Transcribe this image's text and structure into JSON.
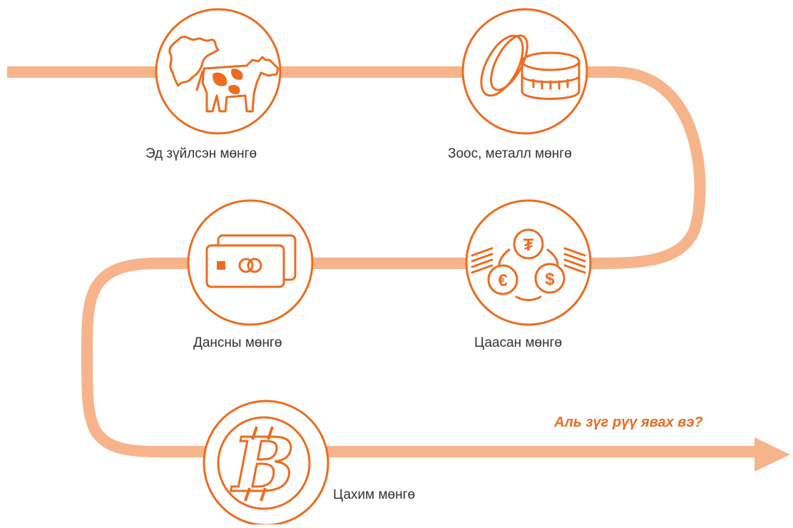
{
  "colors": {
    "path": "#F7B48B",
    "accent": "#EE6B1F",
    "circle_fill": "#ffffff",
    "text": "#333333"
  },
  "stages": [
    {
      "label": "Эд зүйлсэн мөнгө",
      "icon": "cow-leather-icon"
    },
    {
      "label": "Зоос, металл мөнгө",
      "icon": "coins-icon"
    },
    {
      "label": "Цаасан мөнгө",
      "icon": "currency-exchange-icon"
    },
    {
      "label": "Дансны мөнгө",
      "icon": "bank-card-icon"
    },
    {
      "label": "Цахим мөнгө",
      "icon": "bitcoin-icon"
    }
  ],
  "question": "Аль зүг рүү явах вэ?"
}
